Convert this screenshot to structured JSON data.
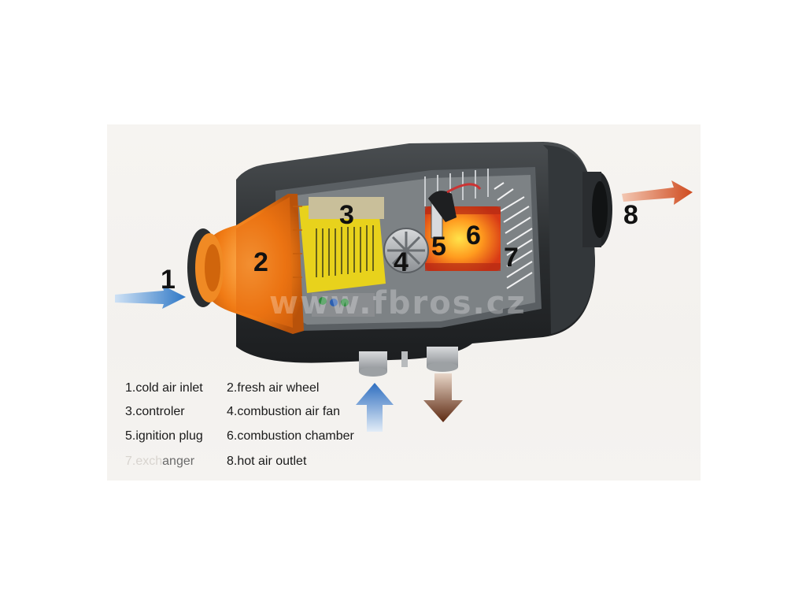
{
  "callouts": {
    "n1": "1",
    "n2": "2",
    "n3": "3",
    "n4": "4",
    "n5": "5",
    "n6": "6",
    "n7": "7",
    "n8": "8"
  },
  "legend": {
    "item1": "1.cold air inlet",
    "item2": "2.fresh air wheel",
    "item3": "3.controler",
    "item4": "4.combustion air fan",
    "item5": "5.ignition plug",
    "item6": "6.combustion chamber",
    "item7_prefix": "7.exch",
    "item7_suffix": "anger",
    "item8": "8.hot air outlet"
  },
  "watermark": "www.fbros.cz",
  "colors": {
    "housing": "#26292b",
    "orange_part": "#f07a14",
    "controller_yellow": "#e8d21c",
    "chamber_red": "#d23b1c",
    "cold_arrow": "#3d82cc",
    "hot_arrow": "#d9582a",
    "exhaust_arrow": "#6b3218"
  },
  "icons": {
    "cold_air_arrow": "arrow-right-icon",
    "hot_air_arrow": "arrow-right-icon",
    "combustion_intake_arrow": "arrow-up-icon",
    "exhaust_arrow": "arrow-down-icon"
  }
}
